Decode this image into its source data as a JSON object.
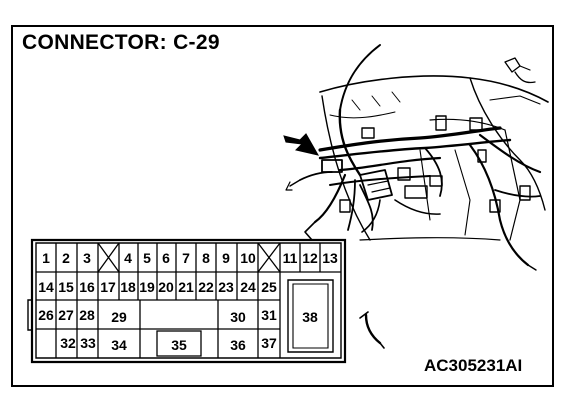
{
  "title": "CONNECTOR: C-29",
  "figure_id": "AC305231AI",
  "connector": {
    "row1": [
      "1",
      "2",
      "3",
      "4",
      "5",
      "6",
      "7",
      "8",
      "9",
      "10",
      "11",
      "12",
      "13"
    ],
    "row2": [
      "14",
      "15",
      "16",
      "17",
      "18",
      "19",
      "20",
      "21",
      "22",
      "23",
      "24",
      "25"
    ],
    "row3": [
      "26",
      "27",
      "28",
      "29",
      "30",
      "31",
      "38"
    ],
    "row4": [
      "32",
      "33",
      "34",
      "35",
      "36",
      "37"
    ]
  }
}
